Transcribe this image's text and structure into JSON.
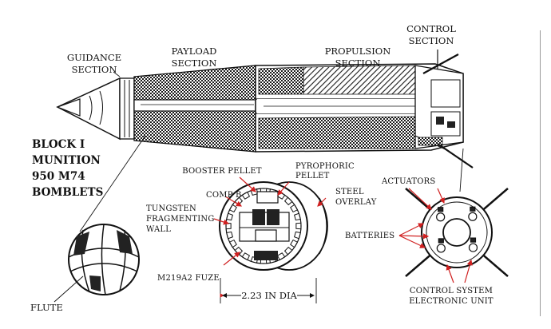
{
  "labels": {
    "guidance": [
      "GUIDANCE",
      "SECTION"
    ],
    "payload": [
      "PAYLOAD",
      "SECTION"
    ],
    "propulsion": [
      "PROPULSION",
      "SECTION"
    ],
    "control": [
      "CONTROL",
      "SECTION"
    ],
    "block": [
      "BLOCK I",
      "MUNITION",
      "950 M74",
      "BOMBLETS"
    ],
    "booster": "BOOSTER PELLET",
    "pyrophoric": [
      "PYROPHORIC",
      "PELLET"
    ],
    "compb": "COMP B",
    "steel": [
      "STEEL",
      "OVERLAY"
    ],
    "tungsten": [
      "TUNGSTEN",
      "FRAGMENTING",
      "WALL"
    ],
    "fuze": "M219A2 FUZE",
    "dia": "2.23 IN DIA",
    "flute": "FLUTE",
    "actuators": "ACTUATORS",
    "batteries": "BATTERIES",
    "cseu": [
      "CONTROL SYSTEM",
      "ELECTRONIC UNIT"
    ]
  },
  "colors": {
    "ink": "#111111",
    "fill_dark": "#222222",
    "paper": "#ffffff",
    "arrow": "#d02020"
  }
}
